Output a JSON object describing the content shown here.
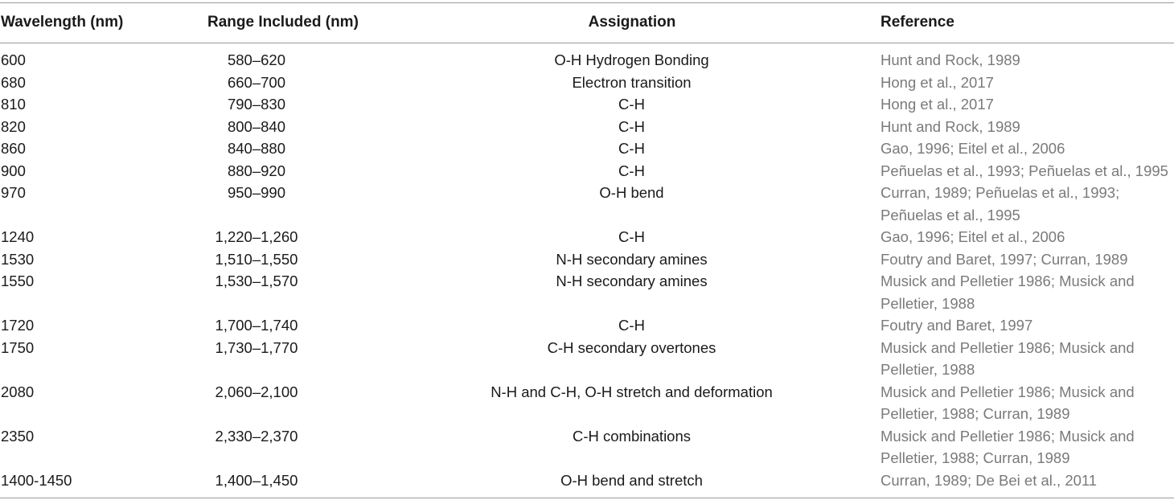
{
  "table": {
    "headers": {
      "wavelength": "Wavelength (nm)",
      "range": "Range Included (nm)",
      "assignation": "Assignation",
      "reference": "Reference"
    },
    "rows": [
      {
        "wavelength": "600",
        "range": "580–620",
        "assignation": "O-H Hydrogen Bonding",
        "reference": [
          "Hunt and Rock, 1989"
        ]
      },
      {
        "wavelength": "680",
        "range": "660–700",
        "assignation": "Electron transition",
        "reference": [
          "Hong et al., 2017"
        ]
      },
      {
        "wavelength": "810",
        "range": "790–830",
        "assignation": "C-H",
        "reference": [
          "Hong et al., 2017"
        ]
      },
      {
        "wavelength": "820",
        "range": "800–840",
        "assignation": "C-H",
        "reference": [
          "Hunt and Rock, 1989"
        ]
      },
      {
        "wavelength": "860",
        "range": "840–880",
        "assignation": "C-H",
        "reference": [
          "Gao, 1996; Eitel et al., 2006"
        ]
      },
      {
        "wavelength": "900",
        "range": "880–920",
        "assignation": "C-H",
        "reference": [
          "Peñuelas et al., 1993; Peñuelas et al., 1995"
        ]
      },
      {
        "wavelength": "970",
        "range": "950–990",
        "assignation": "O-H bend",
        "reference": [
          "Curran, 1989; Peñuelas et al., 1993;",
          "Peñuelas et al., 1995"
        ]
      },
      {
        "wavelength": "1240",
        "range": "1,220–1,260",
        "assignation": "C-H",
        "reference": [
          "Gao, 1996; Eitel et al., 2006"
        ]
      },
      {
        "wavelength": "1530",
        "range": "1,510–1,550",
        "assignation": "N-H secondary amines",
        "reference": [
          "Foutry and Baret, 1997; Curran, 1989"
        ]
      },
      {
        "wavelength": "1550",
        "range": "1,530–1,570",
        "assignation": "N-H secondary amines",
        "reference": [
          "Musick and Pelletier 1986; Musick and",
          "Pelletier, 1988"
        ]
      },
      {
        "wavelength": "1720",
        "range": "1,700–1,740",
        "assignation": "C-H",
        "reference": [
          "Foutry and Baret, 1997"
        ]
      },
      {
        "wavelength": "1750",
        "range": "1,730–1,770",
        "assignation": "C-H secondary overtones",
        "reference": [
          "Musick and Pelletier 1986; Musick and",
          "Pelletier, 1988"
        ]
      },
      {
        "wavelength": "2080",
        "range": "2,060–2,100",
        "assignation": "N-H and C-H, O-H stretch and deformation",
        "reference": [
          "Musick and Pelletier 1986; Musick and",
          "Pelletier, 1988; Curran, 1989"
        ]
      },
      {
        "wavelength": "2350",
        "range": "2,330–2,370",
        "assignation": "C-H combinations",
        "reference": [
          "Musick and Pelletier 1986; Musick and",
          "Pelletier, 1988; Curran, 1989"
        ]
      },
      {
        "wavelength": "1400-1450",
        "range": "1,400–1,450",
        "assignation": "O-H bend and stretch",
        "reference": [
          "Curran, 1989; De Bei et al., 2011"
        ]
      }
    ]
  },
  "colors": {
    "text": "#1a1a1a",
    "reference_link": "#7a7a7a",
    "rule": "#9a9a9a"
  }
}
